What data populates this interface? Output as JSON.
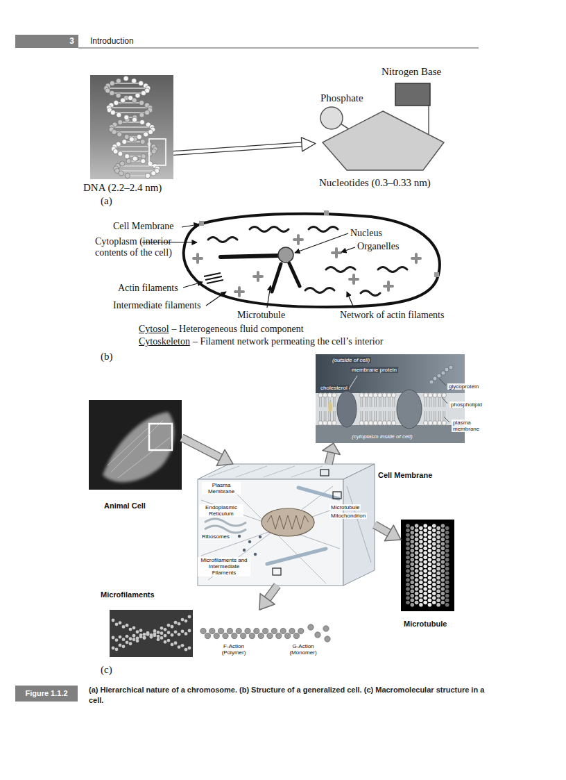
{
  "diagram": {
    "caption": "(a) Hierarchical nature of a chromosome. (b) Structure of a generalized cell. (c) Macromolecular structure in a cell.",
    "nodes": [
      {
        "text": [
          "3"
        ]
      },
      {
        "text": [
          "DNA (2.2–2.4 nm)"
        ]
      },
      {
        "text": [
          "Nucleotides (0.3–0.33 nm)"
        ]
      },
      {
        "text": [
          "Cell Membrane",
          "(outside of cell)",
          "membrane protein",
          "cholesterol",
          "glycoprotein",
          "phospholipid",
          "plasma membrane",
          "(cytoplasm inside of cell)"
        ]
      },
      {
        "text": [
          "Animal Cell"
        ]
      },
      {
        "text": [
          "Plasma Membrane",
          "Endoplasmic Reticulum",
          "Ribosomes",
          "Microfilaments and Intermediate Filaments",
          "Microtubule",
          "Mitochondrion"
        ]
      },
      {
        "text": [
          "Microtubule"
        ]
      },
      {
        "text": [
          "Microfilaments"
        ]
      },
      {
        "text": [
          "Figure 1.1.2"
        ]
      }
    ],
    "edges": [
      {
        "from": 1,
        "to": 2,
        "arrow": "to"
      },
      {
        "from": 4,
        "to": 5,
        "arrow": "to"
      },
      {
        "from": 5,
        "to": 3,
        "arrow": "to"
      },
      {
        "from": 5,
        "to": 6,
        "arrow": "to"
      },
      {
        "from": 5,
        "to": 7,
        "arrow": "to"
      }
    ],
    "labels": [
      "Introduction",
      "Phosphate",
      "Nitrogen Base",
      "(a)",
      "Cell Membrane",
      "Cytoplasm (interior contents of the cell)",
      "Actin filaments",
      "Intermediate filaments",
      "Microtubule",
      "Network of actin filaments",
      "Nucleus",
      "Organelles",
      "Cytosol",
      "– Heterogeneous fluid component",
      "Cytoskeleton",
      "– Filament network permeating the cell’s interior",
      "(b)",
      "F-Action (Polymer)",
      "G-Action (Monomer)",
      "(c)"
    ]
  }
}
